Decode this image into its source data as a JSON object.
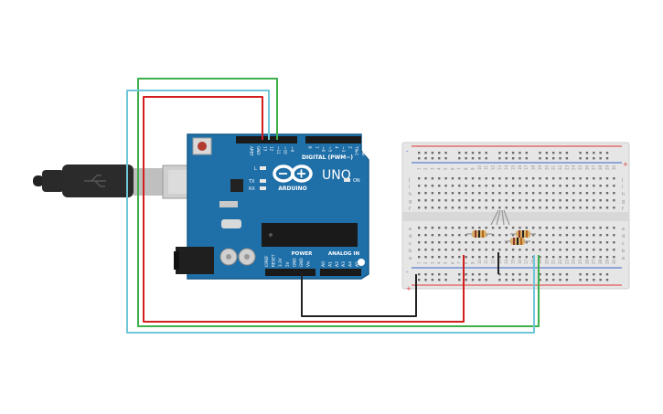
{
  "board": {
    "brand": "ARDUINO",
    "model": "UNO",
    "digital_label": "DIGITAL (PWM~)",
    "power_label": "POWER",
    "analog_label": "ANALOG IN",
    "on_label": "ON",
    "led_l": "L",
    "led_tx": "TX",
    "led_rx": "RX",
    "top_pin_labels": [
      "AREF",
      "GND",
      "13",
      "12",
      "~11",
      "~10",
      "~9",
      "8",
      "7",
      "~6",
      "~5",
      "4",
      "~3",
      "2",
      "TX▸1",
      "RX◂0"
    ],
    "power_pin_labels": [
      "IOREF",
      "RESET",
      "3.3V",
      "5V",
      "GND",
      "GND",
      "Vin"
    ],
    "analog_pin_labels": [
      "A0",
      "A1",
      "A2",
      "A3",
      "A4",
      "A5"
    ]
  },
  "breadboard": {
    "row_letters_top": [
      "j",
      "i",
      "h",
      "g",
      "f"
    ],
    "row_letters_bottom": [
      "e",
      "d",
      "c",
      "b",
      "a"
    ],
    "column_numbers": [
      "1",
      "2",
      "3",
      "4",
      "5",
      "6",
      "7",
      "8",
      "9",
      "10",
      "11",
      "12",
      "13",
      "14",
      "15",
      "16",
      "17",
      "18",
      "19",
      "20",
      "21",
      "22",
      "23",
      "24",
      "25",
      "26",
      "27",
      "28",
      "29",
      "30"
    ],
    "rail_plus": "+",
    "rail_minus": "-"
  },
  "colors": {
    "board": "#1f6fa8",
    "board_edge": "#175c8c",
    "breadboard": "#e6e6e6",
    "wire_red": "#d11f1f",
    "wire_green": "#3db04b",
    "wire_cyan": "#6ec6d8",
    "wire_black": "#222222",
    "rail_red": "#d33",
    "rail_blue": "#36c"
  }
}
